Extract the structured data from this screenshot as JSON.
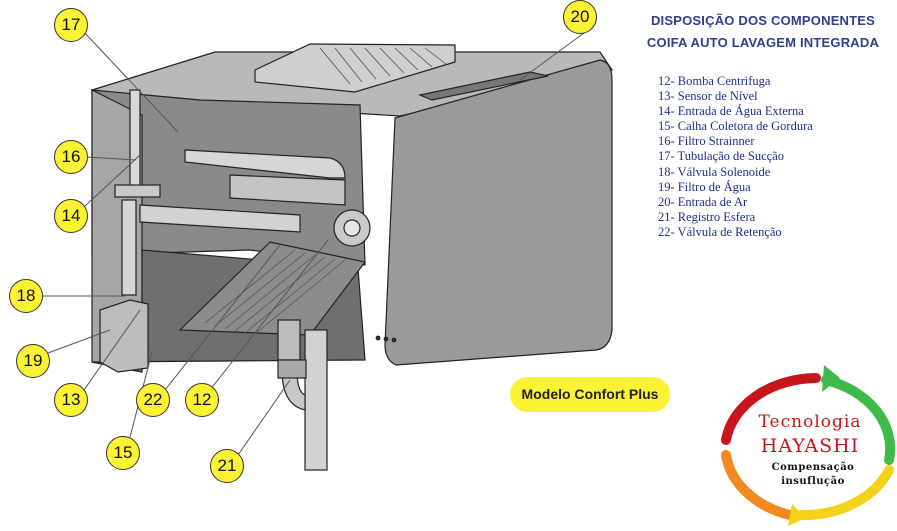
{
  "header": {
    "title_line1": "DISPOSIÇÃO DOS COMPONENTES",
    "title_line2": "COIFA AUTO LAVAGEM INTEGRADA"
  },
  "legend": {
    "items": [
      "12- Bomba Centrifuga",
      "13- Sensor de Nível",
      "14- Entrada de Água Externa",
      "15- Calha Coletora de Gordura",
      "16- Filtro Strainner",
      "17- Tubulação de Sucção",
      "18- Válvula Solenoide",
      "19- Filtro de Água",
      "20- Entrada de Ar",
      "21- Registro Esfera",
      "22- Válvula de Retenção"
    ]
  },
  "callouts": {
    "c17": "17",
    "c20": "20",
    "c16": "16",
    "c14": "14",
    "c18": "18",
    "c19": "19",
    "c13": "13",
    "c22": "22",
    "c12": "12",
    "c15": "15",
    "c21": "21"
  },
  "model_label": "Modelo Confort Plus",
  "brand": {
    "line1": "Tecnologia",
    "line2": "HAYASHI",
    "sub1": "Compensação",
    "sub2": "insuflução",
    "colors": {
      "red": "#c8151b",
      "green": "#3dbb4a",
      "yellow": "#f5d21a",
      "orange": "#f08a1e"
    }
  }
}
